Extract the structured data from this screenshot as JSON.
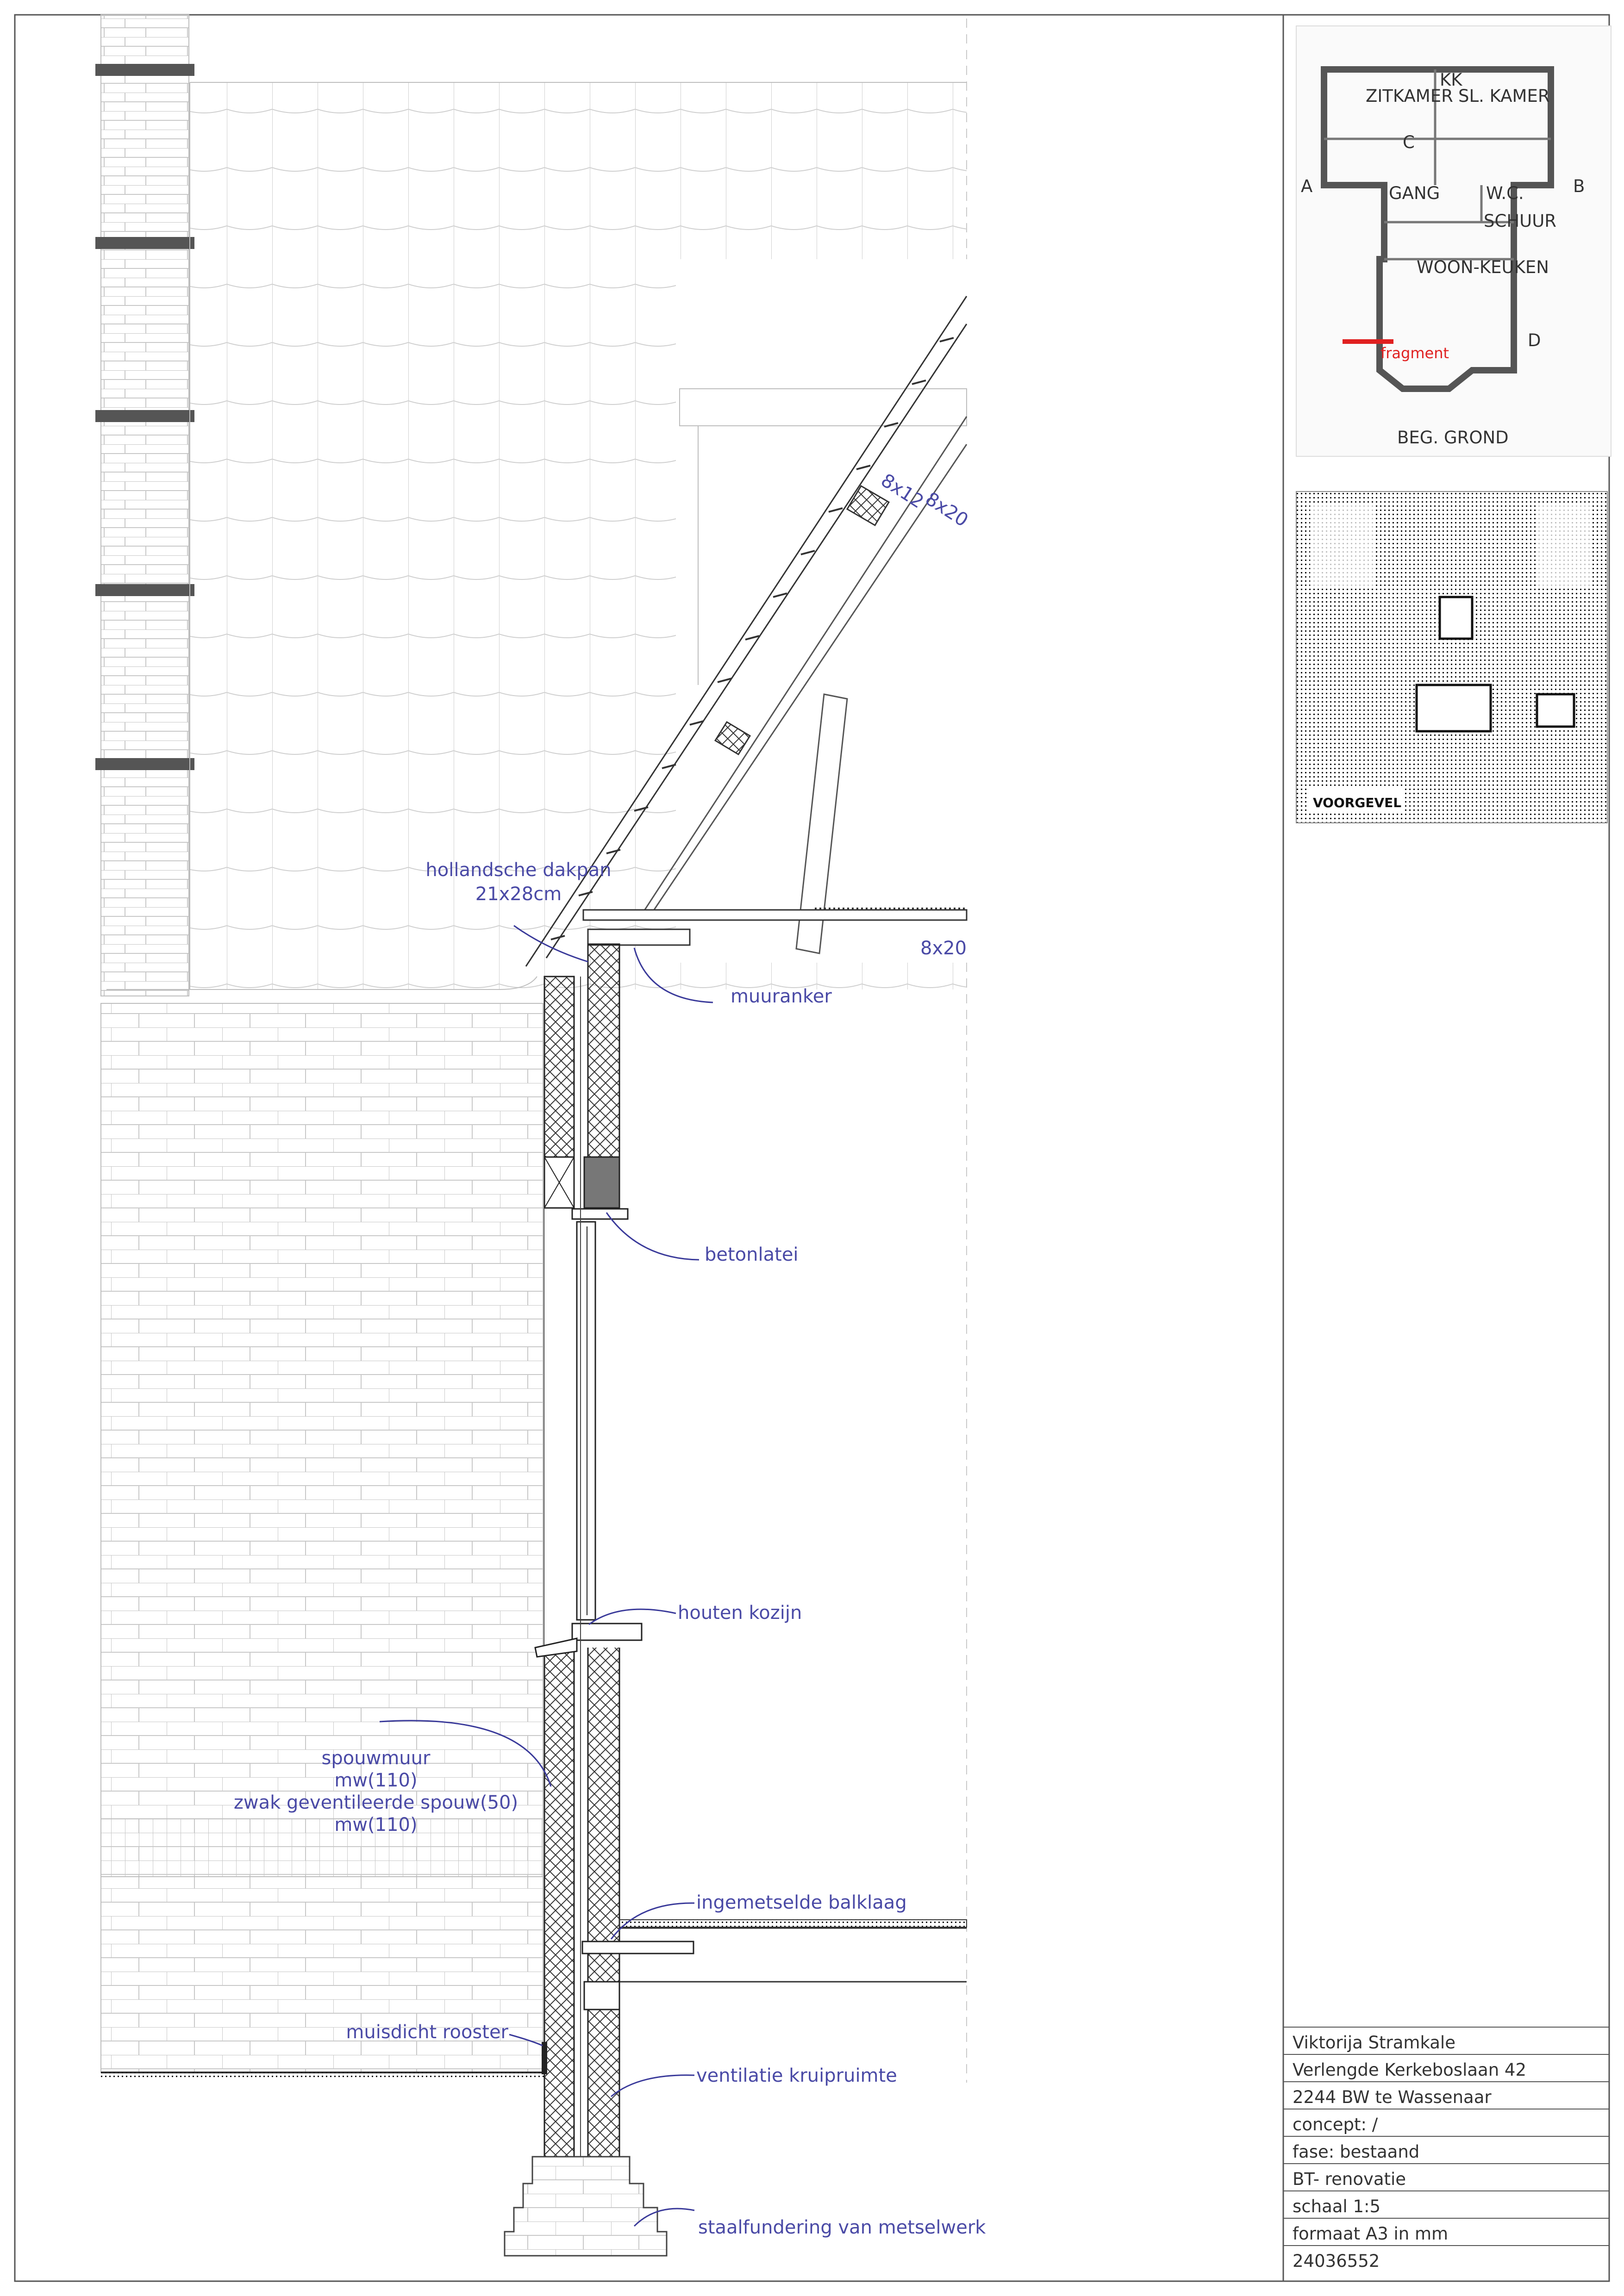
{
  "labels": {
    "dakpan_1": "hollandsche dakpan",
    "dakpan_2": "21x28cm",
    "rafter_1": "8x12",
    "rafter_2": "8x20",
    "beam": "8x20",
    "muuranker": "muuranker",
    "betonlatei": "betonlatei",
    "kozijn": "houten kozijn",
    "spouw_1": "spouwmuur",
    "spouw_2": "mw(110)",
    "spouw_3": "zwak geventileerde spouw(50)",
    "spouw_4": "mw(110)",
    "balklaag": "ingemetselde balklaag",
    "rooster": "muisdicht rooster",
    "kruipruimte": "ventilatie kruipruimte",
    "fundering": "staalfundering van metselwerk"
  },
  "reference": {
    "floorplan_fragment": "fragment",
    "floorplan_rooms": [
      "ZITKAMER",
      "SL. KAMER",
      "GANG",
      "W.C.",
      "WOON-KEUKEN",
      "KK",
      "SCHUUR"
    ],
    "floorplan_marks": [
      "A",
      "B",
      "C",
      "D"
    ],
    "floorplan_title": "BEG. GROND",
    "elevation_title": "VOORGEVEL"
  },
  "titleblock": {
    "rows": [
      "Viktorija Stramkale",
      "Verlengde Kerkeboslaan 42",
      "2244 BW te Wassenaar",
      "concept: /",
      "fase: bestaand",
      "BT- renovatie",
      "schaal 1:5",
      "formaat A3 in mm",
      "24036552"
    ]
  },
  "colors": {
    "annotation": "#4a4aa6",
    "highlight": "#e02020",
    "linework": "#222222",
    "lightline": "#bdbdbd"
  }
}
